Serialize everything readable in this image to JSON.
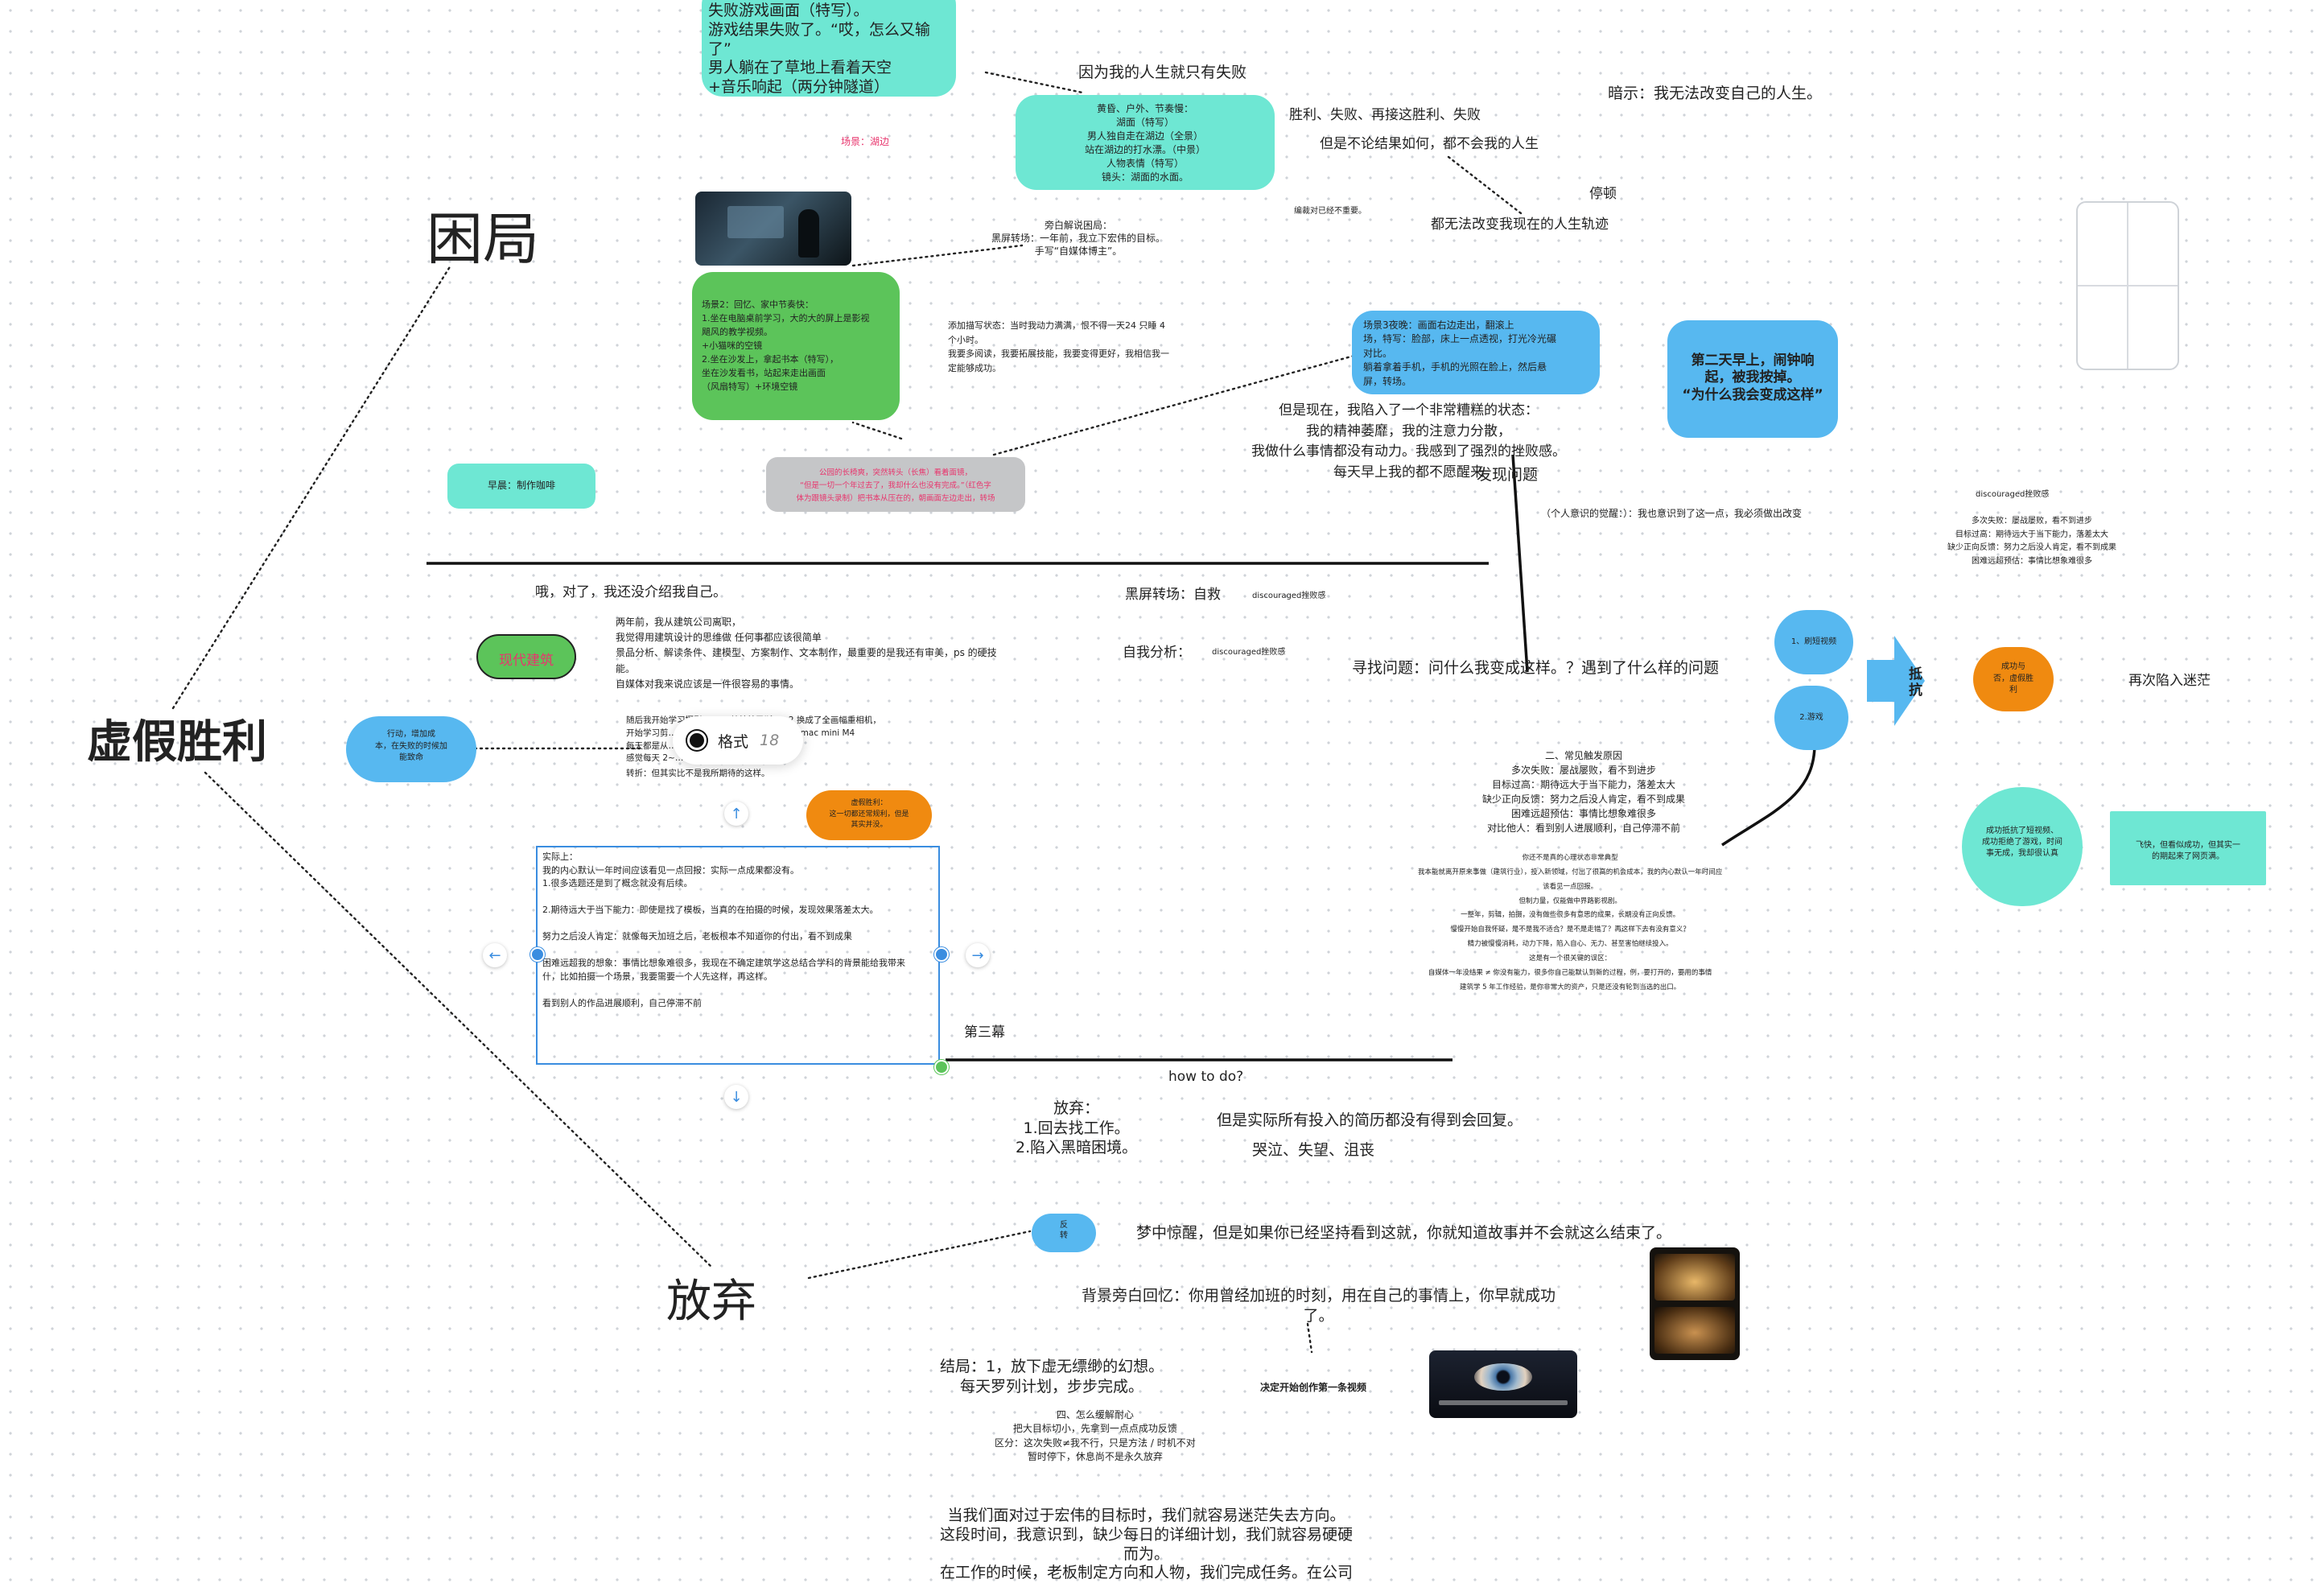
{
  "topics": {
    "kunju": "困局",
    "xujia": "虚假胜利",
    "fangqi": "放弃"
  },
  "top_fail_card": "失败游戏画面（特写）。\n游戏结果失败了。“哎，怎么又输了”\n男人躺在了草地上看着天空\n+音乐响起（两分钟隧道）",
  "lake_card": "黄昏、户外、节奏慢：\n湖面（特写）\n男人独自走在湖边（全景）\n站在湖边的打水漂。（中景）\n人物表情（特写）\n镜头：湖面的水面。",
  "because_text": "因为我的人生就只有失败",
  "scene_hint": "场景：湖边",
  "narration1": "旁白解说困局：\n黑屏转场：一年前，我立下宏伟的目标。\n手写“自媒体博主”。",
  "scene2": "场景2：回忆、家中节奏快：\n1.坐在电脑桌前学习，大的大的屏上是影视\n飓风的教学视频。\n+小猫咪的空镜\n2.坐在沙发上，拿起书本（特写），\n坐在沙发看书，站起来走出画面\n（风扇特写）+环境空镜",
  "breakfast": "早晨：制作咖啡",
  "gray_card": "公园的长椅爽，突然转头（长焦）看着面镜，\n“但是一切一个年过去了，我却什么也没有完成。”（红色字\n体为跟镜头录制）把书本从压在的，朝画面左边走出，转场",
  "add_state": "添加描写状态：当时我动力满满，恨不得一天24 只睡 4\n个小时。\n我要多阅读，我要拓展技能，我要变得更好，我相信我一\n定能够成功。",
  "scene3": "场景3夜晚：画面右边走出，翻滚上\n场，特写：脸部，床上一点透视，打光冷光碾\n对比。\n躺着拿着手机，手机的光照在脸上，然后悬\n屏，转场。",
  "next_day": "第二天早上，闹钟响\n起，被我按掉。\n“为什么我会变成这样”",
  "win_fail": "胜利、失败、再接这胜利、失败",
  "no_matter": "但是不论结果如何，都不会我的人生",
  "hint": "暗示：我无法改变自己的人生。",
  "pause": "停顿",
  "cant_change": "都无法改变我现在的人生轨迹",
  "edit_hint": "编裁对已经不重要。",
  "but_now": "但是现在，我陷入了一个非常糟糕的状态：\n我的精神萎靡，我的注意力分散，\n我做什么事情都没有动力。我感到了强烈的挫败感。\n每天早上我的都不愿醒来",
  "find_problem": "发现问题",
  "aware": "（个人意识的觉醒：）：我也意识到了这一点，我必须做出改变",
  "discouraged_top": "discouraged挫败感",
  "discouraged_list": "多次失败：屡战屡败，看不到进步\n目标过高：期待远大于当下能力，落差太大\n缺少正向反馈：努力之后没人肯定，看不到成果\n困难远超预估：事情比想象难很多",
  "intro": "哦，对了，我还没介绍我自己。",
  "intro_body": "两年前，我从建筑公司离职，\n我觉得用建筑设计的思维做 任何事都应该很简单\n景品分析、解读条件、建模型、方案制作、文本制作，最重要的是我还有审美，ps 的硬技\n能。\n自媒体对我来说应该是一件很容易的事情。",
  "modern_arch": "现代建筑",
  "action_oval": "行动，增加成\n本，在失败的时候加\n能致命",
  "buy_text": "随后我开始学习摄影，…… 单美林巴斯 em2 换成了全画幅重相机，\n开始学习剪…… 很不够用，随后还增购了买了 mac mini M4\n每天都是从……\n感觉每天 2~……",
  "turn_text": "转折：但其实比不是我所期待的这样。",
  "fake_win_oval": "虚假胜利：\n这一切都还常规利，但是\n其实并没。",
  "black_transition": "黑屏转场：自救",
  "discouraged2": "discouraged挫败感",
  "self_analysis": "自我分析：",
  "discouraged3": "discouraged挫败感",
  "find_question": "寻找问题：问什么我变成这样。？遇到了什么样的问题",
  "reasons_title": "二、常见触发原因\n多次失败：屡战屡败，看不到进步\n目标过高：期待远大于当下能力，落差太大\n缺少正向反馈：努力之后没人肯定，看不到成果\n困难远超预估：事情比想象难很多\n对比他人：看到别人进展顺利，自己停滞不前",
  "small_para": "你还不是真的心理状态非常典型\n我本能就离开原来事做（建筑行业），投入新领域，付出了很高的机会成本，我的内心默认一年时间应\n该看见一点回报。\n但制力量，仅能做中界路影视剧。\n一整年，剪辑，拍摄，没有做些很多有意思的成果，长期没有正向反馈。\n慢慢开始自我怀疑，是不是我不适合？是不是走错了？再这样下去有没有意义？\n精力被慢慢消耗，动力下降，陷入自心、无力、甚至害怕继续投入。\n这是有一个很关键的误区：\n自媒体一年没结果 ≠ 你没有能力，很多你自己能默认到新的过程，例，要打开的，要用的事情\n建筑学 5 年工作经验，是你非常大的资产，只是还没有轮到当选的出口。",
  "format_label": "格式",
  "format_size": "18",
  "actually_box": "实际上：\n我的内心默认一年时间应该看见一点回报：实际一点成果都没有。\n1.很多选题还是到了概念就没有后续。\n\n2.期待远大于当下能力：即使是找了模板，当真的在拍摄的时候，发现效果落差太大。\n\n努力之后没人肯定：就像每天加班之后，老板根本不知道你的付出，看不到成果\n\n困难远超我的想象：事情比想象难很多，我现在不确定建筑学这总结合学科的背景能给我带来\n什，比如拍摄一个场景，我要需要一个人先这样，再这样。\n\n看到别人的作品进展顺利，自己停滞不前",
  "third_act": "第三幕",
  "how_to_do": "how to do?",
  "give_up_list": "放弃：\n1.回去找工作。\n2.陷入黑暗困境。",
  "but_all": "但是实际所有投入的简历都没有得到会回复。",
  "cry": "哭泣、失望、沮丧",
  "reverse_oval": "反\n转",
  "wake_up": "梦中惊醒，但是如果你已经坚持看到这就，你就知道故事并不会就这么结束了。",
  "backstory": "背景旁白回忆：你用曾经加班的时刻，用在自己的事情上，你早就成功\n了。",
  "ending": "结局：1，放下虚无缥缈的幻想。\n每天罗列计划，步步完成。",
  "decide_first": "决定开始创作第一条视频",
  "section4": "四、怎么缓解耐心\n把大目标切小，先拿到一点点成功反馈\n区分：这次失败≠我不行，只是方法 / 时机不对\n暂时停下，休息尚不是永久放弃",
  "bottom_text": "当我们面对过于宏伟的目标时，我们就容易迷茫失去方向。\n这段时间，我意识到，缺少每日的详细计划，我们就容易硬硬\n而为。\n在工作的时候，老板制定方向和人物，我们完成任务。在公司",
  "short_video": "1、刷短视频",
  "game": "2.游戏",
  "resist": "抵\n抗",
  "success_fake": "成功与\n否，虚假胜\n利",
  "lost_again": "再次陷入迷茫",
  "resist_success": "成功抵抗了短视频、\n成功拒绝了游戏，时间\n事无成，我却很认真",
  "fly": "飞快，但看似成功，但其实一\n的期起来了网页满。",
  "colors": {
    "teal": "#6ee7d3",
    "green": "#5cc45a",
    "blue": "#57b8f0",
    "orange": "#f08a10",
    "pink_text": "#e8356d",
    "selection": "#3a8de0"
  },
  "icons": [
    "format-icon",
    "arrow-up-icon",
    "arrow-down-icon",
    "arrow-left-icon",
    "arrow-right-icon",
    "arrow-right-big-icon"
  ]
}
